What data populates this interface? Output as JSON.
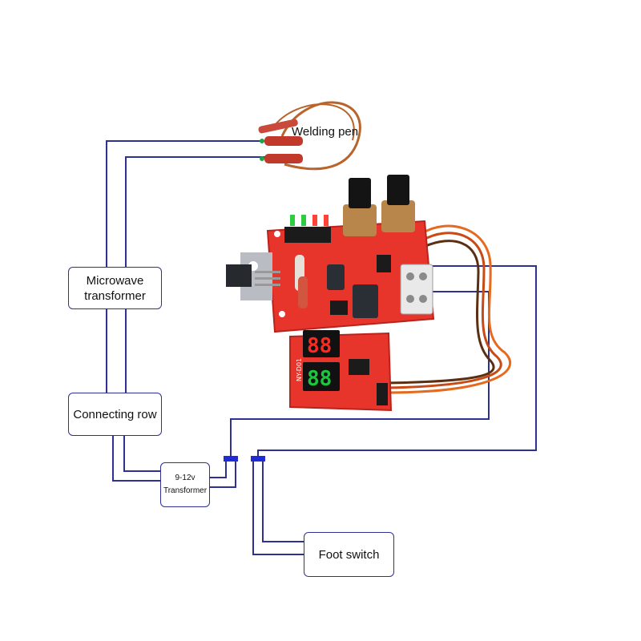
{
  "colors": {
    "wire": "#2e3192",
    "connector": "#1f2bd6",
    "pcb": "#e8352b",
    "pcb_dark": "#b8231c",
    "lead": "#b8642a",
    "display_red": "#ff2a1f",
    "display_green": "#18c93a",
    "display_bg": "#111111",
    "capacitor": "#2a2f36"
  },
  "labels": {
    "welding_pen": "Welding pen",
    "microwave_line1": "Microwave",
    "microwave_line2": "transformer",
    "connecting_row": "Connecting row",
    "small_tf_line1": "9-12v",
    "small_tf_line2": "Transformer",
    "foot_switch": "Foot switch"
  },
  "board": {
    "silk_code": "NY-D01"
  }
}
